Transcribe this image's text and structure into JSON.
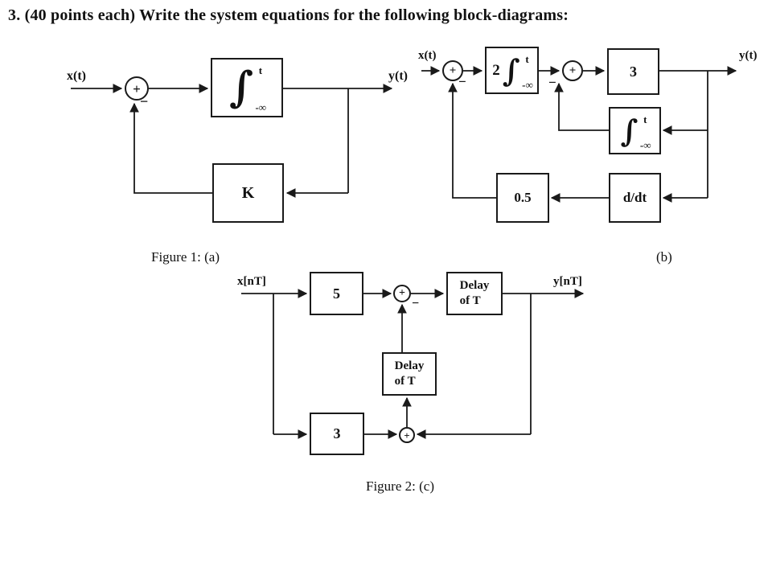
{
  "heading": "3. (40 points each) Write the system equations for the following block-diagrams:",
  "captions": {
    "figure1": "Figure 1: (a)",
    "figure1_b": "(b)",
    "figure2": "Figure 2: (c)"
  },
  "diagram_a": {
    "input_label": "x(t)",
    "output_label": "y(t)",
    "sum": {
      "plus": "+",
      "minus": "−"
    },
    "integrator": {
      "glyph": "∫",
      "upper": "t",
      "lower": "-∞"
    },
    "gain_k": "K"
  },
  "diagram_b": {
    "input_label": "x(t)",
    "output_label": "y(t)",
    "sum1": {
      "plus": "+",
      "minus": "−"
    },
    "integrator1": {
      "coef": "2",
      "glyph": "∫",
      "upper": "t",
      "lower": "-∞"
    },
    "sum2": {
      "plus": "+",
      "minus": "−"
    },
    "gain_3": "3",
    "integrator2": {
      "glyph": "∫",
      "upper": "t",
      "lower": "-∞"
    },
    "derivative": "d/dt",
    "gain_05": "0.5"
  },
  "diagram_c": {
    "input_label": "x[nT]",
    "output_label": "y[nT]",
    "gain_5": "5",
    "sum_top": {
      "plus": "+",
      "minus": "−"
    },
    "delay_top": {
      "line1": "Delay",
      "line2": "of T"
    },
    "delay_mid": {
      "line1": "Delay",
      "line2": "of T"
    },
    "gain_3": "3",
    "sum_bottom": {
      "plus": "+"
    }
  }
}
